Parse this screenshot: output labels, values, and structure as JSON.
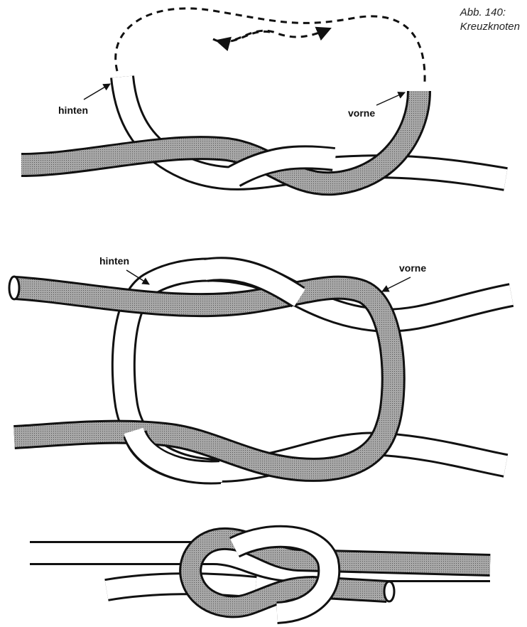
{
  "figure": {
    "caption_line1": "Abb. 140:",
    "caption_line2": "Kreuzknoten"
  },
  "labels": {
    "step1_back": "hinten",
    "step1_front": "vorne",
    "step2_back": "hinten",
    "step2_front": "vorne"
  },
  "colors": {
    "rope_gray": "#9a9a9a",
    "rope_white": "#ffffff",
    "outline": "#111111"
  }
}
